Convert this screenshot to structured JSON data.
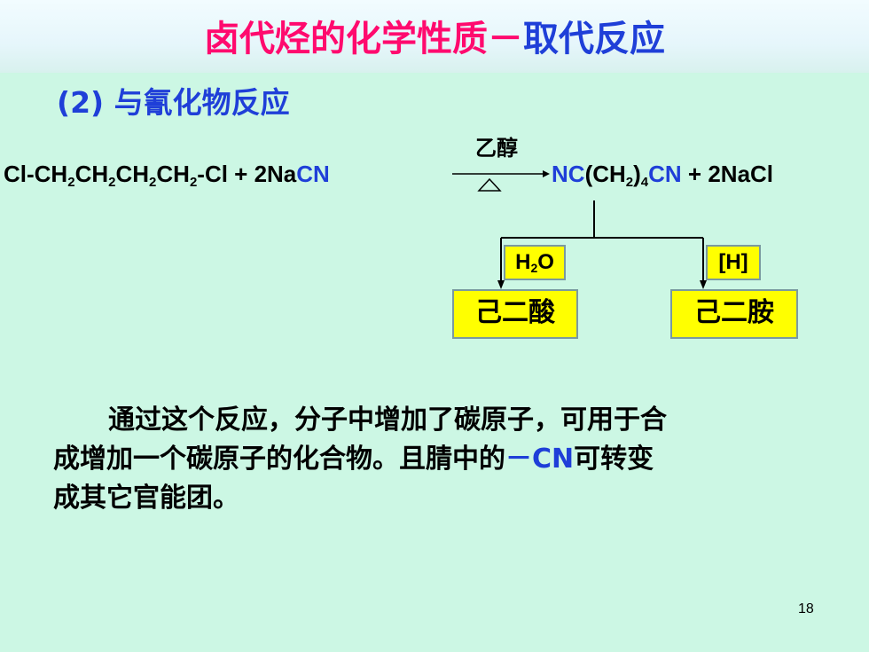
{
  "title": {
    "part1": "卤代烃的化学性质",
    "dash": "－",
    "part2": "取代反应"
  },
  "subheading": "(2) 与氰化物反应",
  "equation": {
    "reactant_pre": "Cl-CH",
    "sub2": "2",
    "ch": "CH",
    "reactant_end": "-Cl + 2Na",
    "cn": "CN",
    "condition_top": "乙醇",
    "condition_bottom": "△",
    "product_nc": "NC",
    "product_mid": "(CH",
    "product_close": ")",
    "sub4": "4",
    "product_cn": "CN",
    "product_tail": " + 2NaCl"
  },
  "branches": {
    "left_reagent_h": "H",
    "left_reagent_sub": "2",
    "left_reagent_o": "O",
    "right_reagent": "[H]",
    "left_product": "己二酸",
    "right_product": "己二胺"
  },
  "paragraph": {
    "line1": "通过这个反应，分子中增加了碳原子，可用于合",
    "line2_pre": "成增加一个碳原子的化合物。且腈中的",
    "line2_cn": "－CN",
    "line2_post": "可转变",
    "line3": "成其它官能团。"
  },
  "page_number": "18",
  "colors": {
    "background": "#ccf7e4",
    "title_pink": "#ff0a6e",
    "blue": "#1f3fd8",
    "highlight": "#ffff00"
  }
}
